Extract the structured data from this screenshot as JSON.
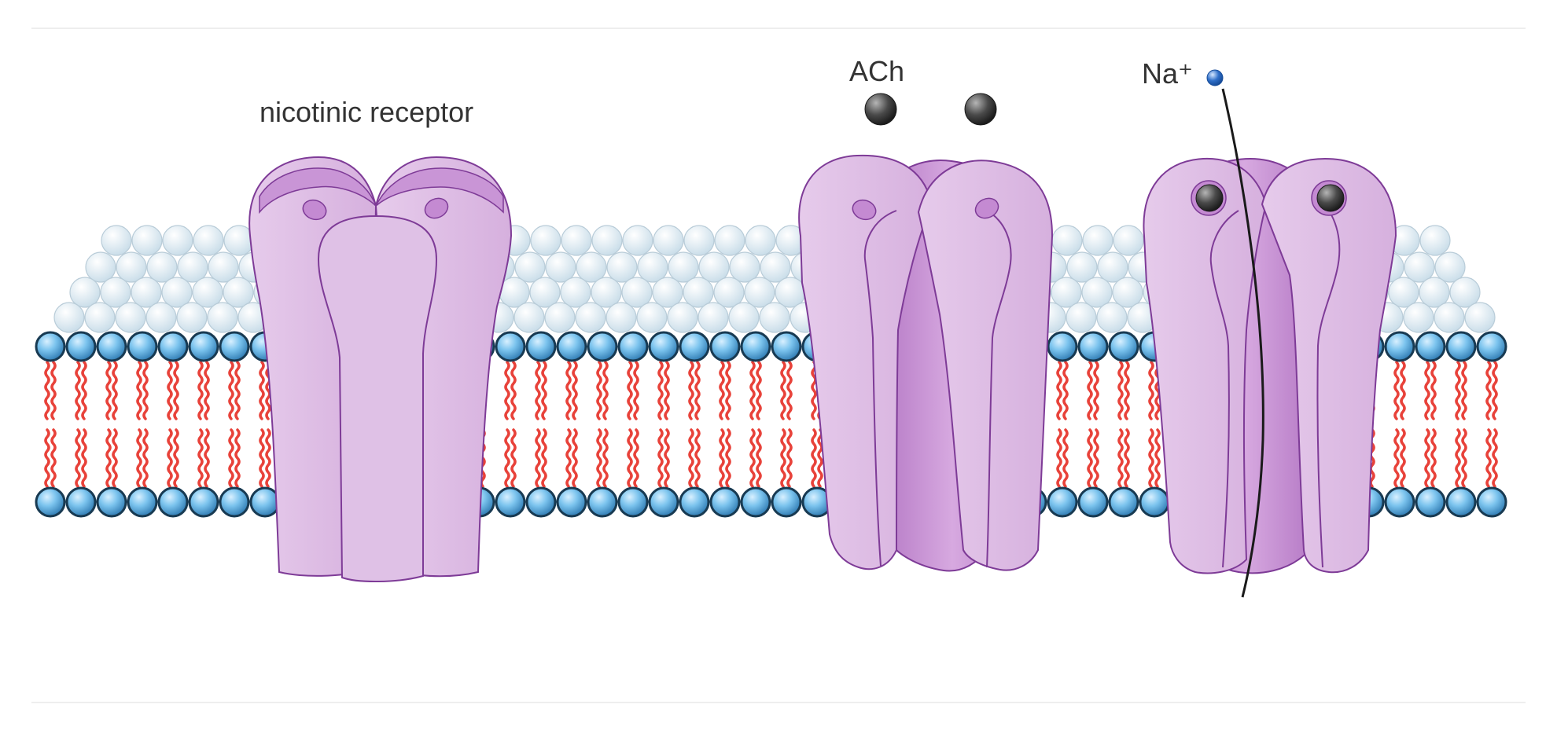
{
  "labels": {
    "receptor": "nicotinic receptor",
    "ach": "ACh",
    "sodium": "Na⁺"
  },
  "colors": {
    "receptor_fill": "#e3c6e8",
    "receptor_dark": "#c58ed2",
    "receptor_stroke": "#7e3b97",
    "head_fill": "#6eb8e6",
    "head_stroke": "#183a52",
    "tail": "#e8423a",
    "upper_sphere": "#e0ecf4",
    "upper_sphere_stroke": "#b9ccd8",
    "ach_fill": "#4a4a4a",
    "sodium_fill": "#2f6fc9",
    "ion_path": "#1a1a1a"
  },
  "icons": {
    "ach": "gray-sphere",
    "sodium": "blue-sphere"
  }
}
